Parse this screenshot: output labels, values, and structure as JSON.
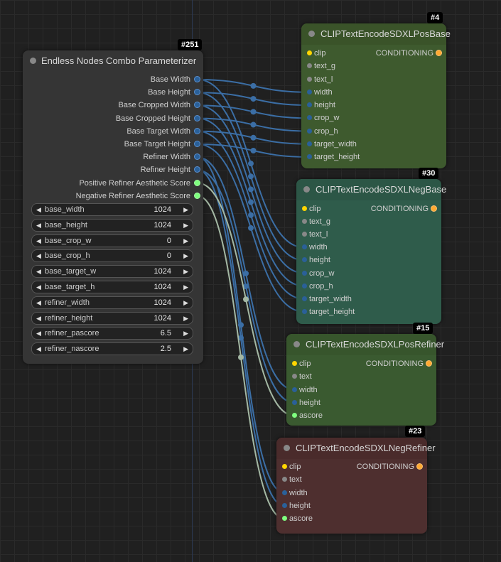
{
  "colors": {
    "canvas_bg": "#202020",
    "param_node_bg": "#353535",
    "pos_node_bg": "#3e5a2e",
    "neg_node_bg": "#2f5c4b",
    "posref_node_bg": "#3a5a30",
    "negref_node_bg": "#4e2f2f",
    "clip_slot": "#ffd500",
    "conditioning_slot": "#ffa931",
    "int_slot": "#2a6099",
    "float_slot": "#7fff7f",
    "text_slot": "#888888",
    "int_wire": "#3b6ea5",
    "float_wire": "#a4b8a4"
  },
  "param_node": {
    "id": "#251",
    "title": "Endless Nodes Combo Parameterizer",
    "outputs": [
      "Base Width",
      "Base Height",
      "Base Cropped Width",
      "Base Cropped Height",
      "Base Target Width",
      "Base Target Height",
      "Refiner Width",
      "Refiner Height",
      "Positive Refiner Aesthetic Score",
      "Negative Refiner Aesthetic Score"
    ],
    "widgets": [
      {
        "name": "base_width",
        "value": "1024"
      },
      {
        "name": "base_height",
        "value": "1024"
      },
      {
        "name": "base_crop_w",
        "value": "0"
      },
      {
        "name": "base_crop_h",
        "value": "0"
      },
      {
        "name": "base_target_w",
        "value": "1024"
      },
      {
        "name": "base_target_h",
        "value": "1024"
      },
      {
        "name": "refiner_width",
        "value": "1024"
      },
      {
        "name": "refiner_height",
        "value": "1024"
      },
      {
        "name": "refiner_pascore",
        "value": "6.5"
      },
      {
        "name": "refiner_nascore",
        "value": "2.5"
      }
    ]
  },
  "pos_base": {
    "id": "#4",
    "title": "CLIPTextEncodeSDXLPosBase",
    "output": "CONDITIONING",
    "inputs": [
      "clip",
      "text_g",
      "text_l",
      "width",
      "height",
      "crop_w",
      "crop_h",
      "target_width",
      "target_height"
    ]
  },
  "neg_base": {
    "id": "#30",
    "title": "CLIPTextEncodeSDXLNegBase",
    "output": "CONDITIONING",
    "inputs": [
      "clip",
      "text_g",
      "text_l",
      "width",
      "height",
      "crop_w",
      "crop_h",
      "target_width",
      "target_height"
    ]
  },
  "pos_refiner": {
    "id": "#15",
    "title": "CLIPTextEncodeSDXLPosRefiner",
    "output": "CONDITIONING",
    "inputs": [
      "clip",
      "text",
      "width",
      "height",
      "ascore"
    ]
  },
  "neg_refiner": {
    "id": "#23",
    "title": "CLIPTextEncodeSDXLNegRefiner",
    "output": "CONDITIONING",
    "inputs": [
      "clip",
      "text",
      "width",
      "height",
      "ascore"
    ]
  }
}
